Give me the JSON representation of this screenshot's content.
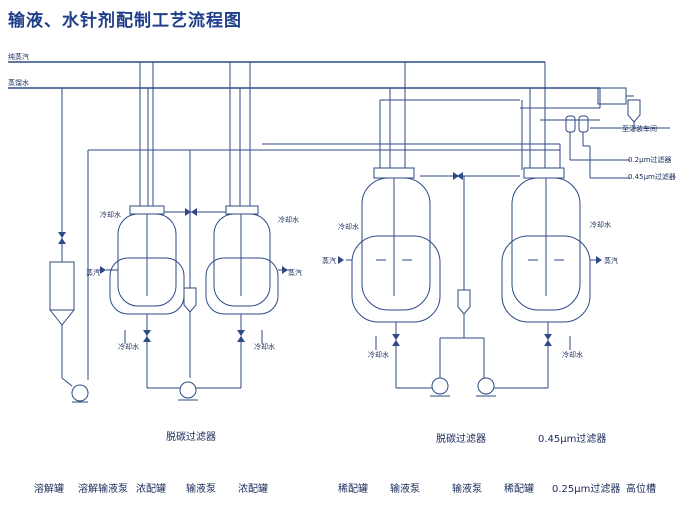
{
  "title": "输液、水针剂配制工艺流程图",
  "pipes": {
    "steam_in": "纯蒸汽",
    "distilled_water": "蒸馏水",
    "to_filling": "至灌装车间",
    "f025": "0.2μm过滤器",
    "f045": "0.45μm过滤器"
  },
  "side_labels": {
    "cooling_water": "冷却水",
    "steam": "蒸汽"
  },
  "mid_labels": {
    "carbon_filter_1": "脱碳过滤器",
    "carbon_filter_2": "脱碳过滤器",
    "filter_045": "0.45μm过滤器"
  },
  "bottom_labels": [
    "溶解罐",
    "溶解输液泵",
    "浓配罐",
    "输液泵",
    "浓配罐",
    "稀配罐",
    "输液泵",
    "输液泵",
    "稀配罐",
    "0.25μm过滤器",
    "高位槽"
  ],
  "colors": {
    "line": "#2d4a86",
    "title": "#1f3f8a"
  }
}
